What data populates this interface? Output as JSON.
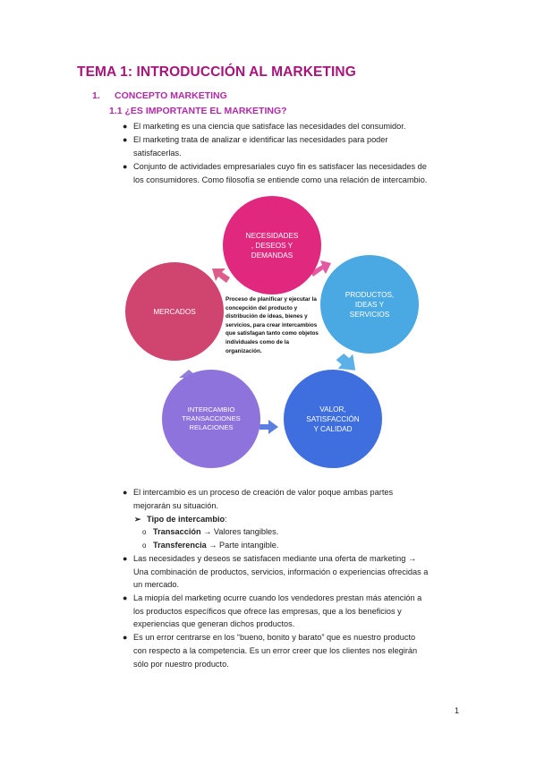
{
  "title": "TEMA 1: INTRODUCCIÓN AL MARKETING",
  "section": {
    "number": "1.",
    "label": "CONCEPTO MARKETING"
  },
  "subsection": "1.1 ¿ES IMPORTANTE EL MARKETING?",
  "bullets_top": [
    "El marketing es una ciencia que satisface las necesidades del consumidor.",
    "El marketing trata de analizar e identificar las necesidades para poder",
    "satisfacerlas.",
    "Conjunto de actividades empresariales cuyo fin es satisfacer las necesidades de",
    "los consumidores. Como filosofía se entiende como una relación de intercambio."
  ],
  "diagram": {
    "nodes": [
      {
        "label": "NECESIDADES\n, DESEOS Y\nDEMANDAS",
        "color": "#e0287f"
      },
      {
        "label": "PRODUCTOS,\nIDEAS Y\nSERVICIOS",
        "color": "#4aa8e2"
      },
      {
        "label": "VALOR,\nSATISFACCIÓN\nY CALIDAD",
        "color": "#3f6fde"
      },
      {
        "label": "INTERCAMBIO\nTRANSACCIONES\nRELACIONES",
        "color": "#8f73dc"
      },
      {
        "label": "MERCADOS",
        "color": "#cf4570"
      }
    ],
    "center": "Proceso de planificar y ejecutar la concepción del producto y distribución de ideas, bienes y servicios, para crear intercambios que satisfagan tanto como objetos individuales como de la organización.",
    "arrow_colors": [
      "#e0287f",
      "#4aa8e2",
      "#3f6fde",
      "#8f73dc",
      "#cf4570"
    ]
  },
  "bullets_bottom": {
    "b1_line1": "El intercambio es un proceso de creación de valor poque ambas partes",
    "b1_line2": "mejorarán su situación.",
    "tipo_label": "Tipo de intercambio",
    "tipo_colon": ":",
    "transaccion_bold": "Transacción",
    "transaccion_rest": " → Valores tangibles.",
    "transferencia_bold": "Transferencia",
    "transferencia_rest": " → Parte intangible.",
    "b2_line1": " Las necesidades y deseos se satisfacen mediante una oferta de marketing →",
    "b2_line2": "Una combinación de productos, servicios, información o experiencias ofrecidas a",
    "b2_line3": "un mercado.",
    "b3_line1": "La miopía del marketing ocurre cuando los vendedores prestan más atención a",
    "b3_line2": "los productos específicos que ofrece las empresas, que a los beneficios y",
    "b3_line3": "experiencias que generan dichos productos.",
    "b4_line1": "Es un error centrarse en los “bueno, bonito y barato” que es nuestro producto",
    "b4_line2": "con respecto a la competencia. Es un error creer que los clientes nos elegirán",
    "b4_line3": "sólo por nuestro producto."
  },
  "page_number": "1"
}
